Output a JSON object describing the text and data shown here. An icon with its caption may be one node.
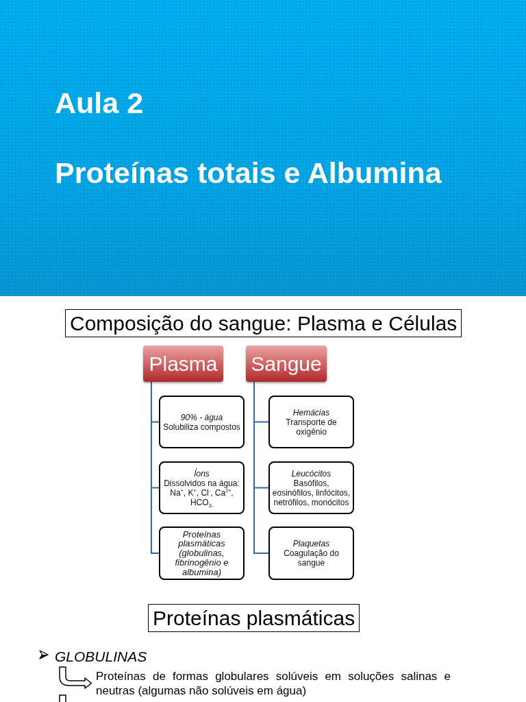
{
  "diagram": {
    "title": "Aula 2",
    "nodes": [
      {
        "text": [
          "Plasma"
        ]
      },
      {
        "text": [
          "Sangue"
        ]
      },
      {
        "text": [
          "90% - água",
          "Solubiliza compostos"
        ]
      },
      {
        "text": [
          "Hemácias",
          "Transporte de oxigênio"
        ]
      },
      {
        "text": [
          "Íons",
          "Dissolvidos na água: Na$^{+}$, K$^{+}$, Cl$^{-}$, Ca$^{2+}$, HCO$_{3-}$"
        ]
      },
      {
        "text": [
          "Leucócitos",
          "Basófilos, eosinófilos, linfócitos, netrófilos, monócitos"
        ]
      },
      {
        "text": [
          "Proteínas plasmáticas (globulinas, fibrinogênio e albumina)"
        ]
      },
      {
        "text": [
          "Plaquetas",
          "Coagulação do sangue"
        ]
      }
    ],
    "edges": [
      {
        "from": 0,
        "to": 2,
        "arrow": "none"
      },
      {
        "from": 0,
        "to": 4,
        "arrow": "none"
      },
      {
        "from": 0,
        "to": 6,
        "arrow": "none"
      },
      {
        "from": 1,
        "to": 3,
        "arrow": "none"
      },
      {
        "from": 1,
        "to": 5,
        "arrow": "none"
      },
      {
        "from": 1,
        "to": 7,
        "arrow": "none"
      }
    ],
    "labels": [
      "Proteínas totais e Albumina",
      "Composição do sangue: Plasma e Células",
      "Proteínas plasmáticas",
      "GLOBULINAS",
      "Proteínas de formas globulares solúveis em soluções salinas e neutras (algumas não solúveis em água)"
    ]
  }
}
